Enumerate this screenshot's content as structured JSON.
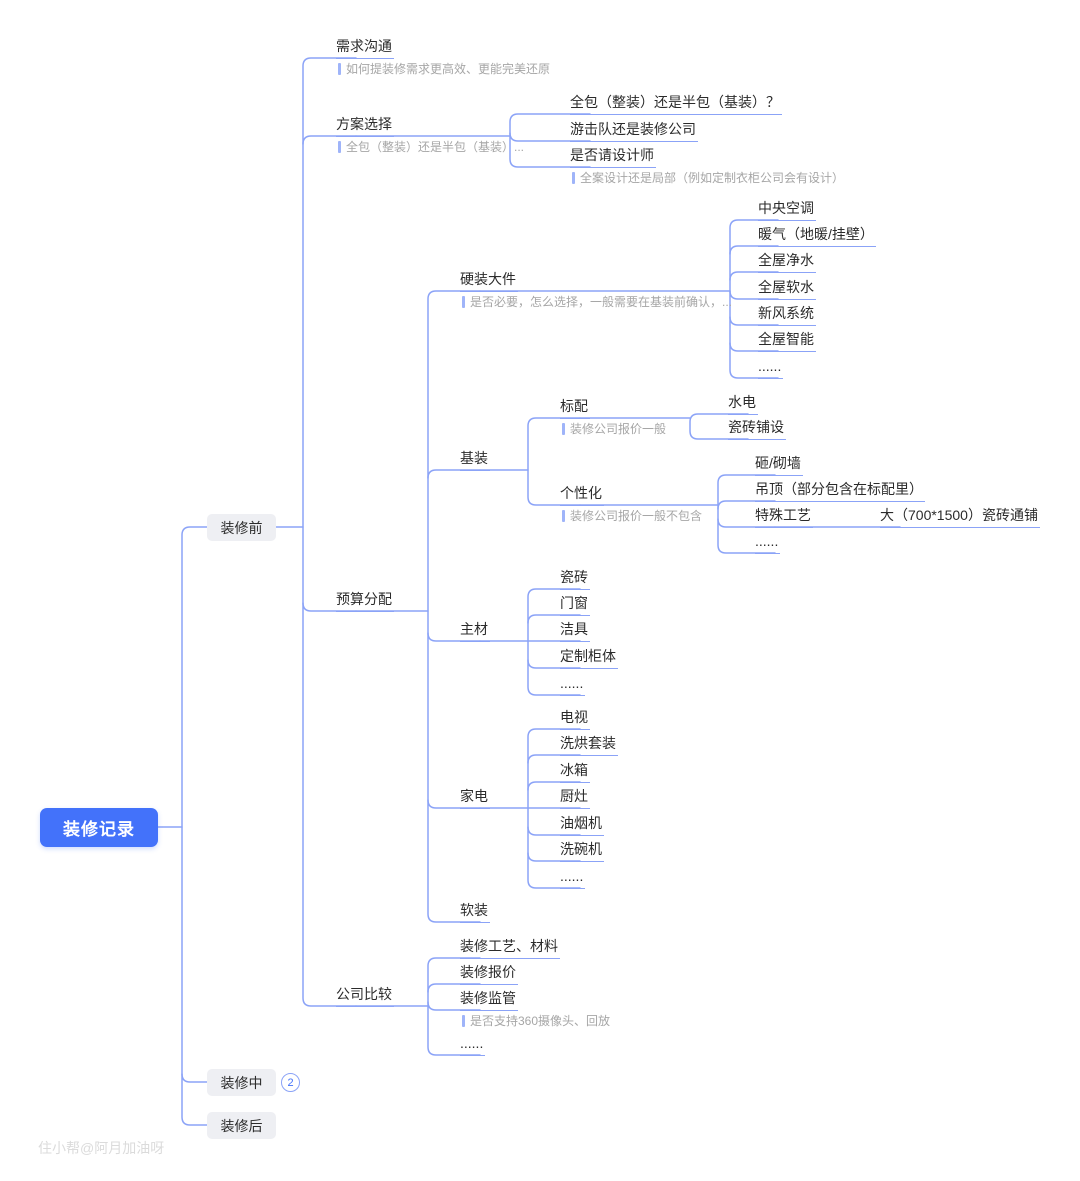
{
  "colors": {
    "accent_blue": "#4372FA",
    "connector": "#8BA3F7",
    "stage_bg": "#EEEFF3",
    "note_gray": "#A6A6A6"
  },
  "watermark": "住小帮@阿月加油呀",
  "root": {
    "label": "装修记录"
  },
  "stage_before": {
    "label": "装修前"
  },
  "stage_during": {
    "label": "装修中",
    "badge": "2"
  },
  "stage_after": {
    "label": "装修后"
  },
  "demand": {
    "label": "需求沟通",
    "note": "如何提装修需求更高效、更能完美还原"
  },
  "plan": {
    "label": "方案选择",
    "note": "全包（整装）还是半包（基装）...",
    "items": [
      {
        "label": "全包（整装）还是半包（基装）？"
      },
      {
        "label": "游击队还是装修公司"
      },
      {
        "label": "是否请设计师",
        "note": "全案设计还是局部（例如定制衣柜公司会有设计）"
      }
    ]
  },
  "budget": {
    "label": "预算分配",
    "hard": {
      "label": "硬装大件",
      "note": "是否必要，怎么选择，一般需要在基装前确认，...",
      "items": [
        "中央空调",
        "暖气（地暖/挂壁）",
        "全屋净水",
        "全屋软水",
        "新风系统",
        "全屋智能",
        "......"
      ]
    },
    "base": {
      "label": "基装",
      "standard": {
        "label": "标配",
        "note": "装修公司报价一般",
        "items": [
          "水电",
          "瓷砖铺设"
        ]
      },
      "custom": {
        "label": "个性化",
        "note": "装修公司报价一般不包含",
        "items": [
          "砸/砌墙",
          "吊顶（部分包含在标配里）",
          "特殊工艺",
          "......"
        ],
        "special_detail": "大（700*1500）瓷砖通铺"
      }
    },
    "materials": {
      "label": "主材",
      "items": [
        "瓷砖",
        "门窗",
        "洁具",
        "定制柜体",
        "......"
      ]
    },
    "appliances": {
      "label": "家电",
      "items": [
        "电视",
        "洗烘套装",
        "冰箱",
        "厨灶",
        "油烟机",
        "洗碗机",
        "......"
      ]
    },
    "soft": {
      "label": "软装"
    }
  },
  "compare": {
    "label": "公司比较",
    "items": [
      {
        "label": "装修工艺、材料"
      },
      {
        "label": "装修报价"
      },
      {
        "label": "装修监管",
        "note": "是否支持360摄像头、回放"
      },
      {
        "label": "......"
      }
    ]
  }
}
